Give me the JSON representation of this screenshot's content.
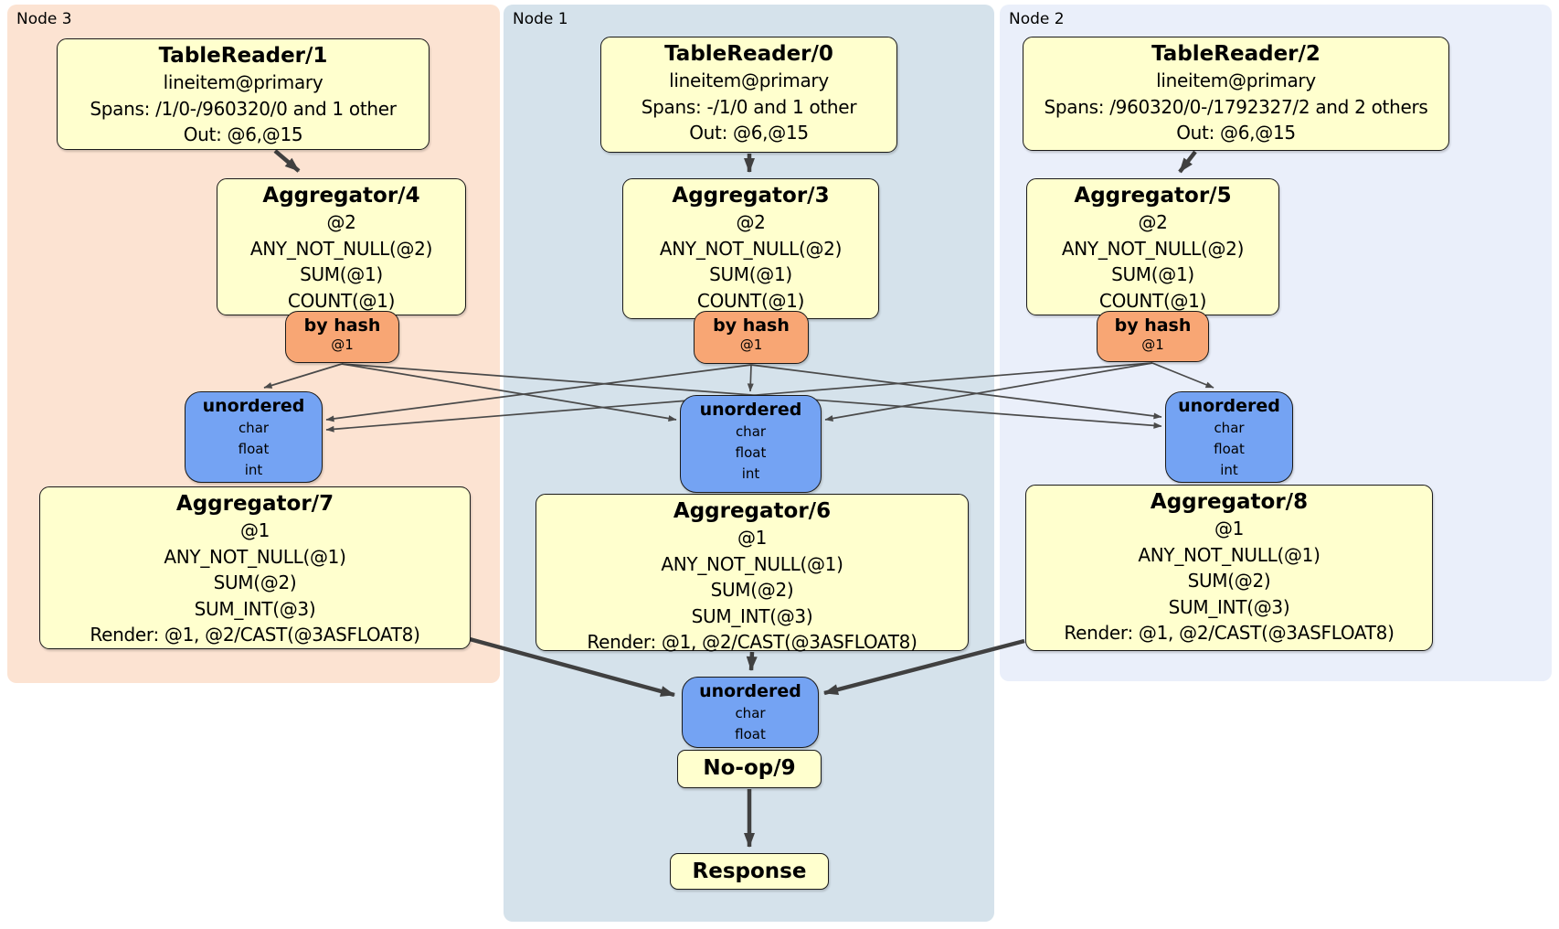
{
  "regions": [
    {
      "id": "node3",
      "label": "Node 3"
    },
    {
      "id": "node1",
      "label": "Node 1"
    },
    {
      "id": "node2",
      "label": "Node 2"
    }
  ],
  "operators": {
    "tr1": {
      "title": "TableReader/1",
      "lines": [
        "lineitem@primary",
        "Spans: /1/0-/960320/0 and 1 other",
        "Out: @6,@15"
      ]
    },
    "tr0": {
      "title": "TableReader/0",
      "lines": [
        "lineitem@primary",
        "Spans: -/1/0 and 1 other",
        "Out: @6,@15"
      ]
    },
    "tr2": {
      "title": "TableReader/2",
      "lines": [
        "lineitem@primary",
        "Spans: /960320/0-/1792327/2 and 2 others",
        "Out: @6,@15"
      ]
    },
    "agg4": {
      "title": "Aggregator/4",
      "lines": [
        "@2",
        "ANY_NOT_NULL(@2)",
        "SUM(@1)",
        "COUNT(@1)"
      ]
    },
    "agg3": {
      "title": "Aggregator/3",
      "lines": [
        "@2",
        "ANY_NOT_NULL(@2)",
        "SUM(@1)",
        "COUNT(@1)"
      ]
    },
    "agg5": {
      "title": "Aggregator/5",
      "lines": [
        "@2",
        "ANY_NOT_NULL(@2)",
        "SUM(@1)",
        "COUNT(@1)"
      ]
    },
    "hashL": {
      "title": "by hash",
      "sub": "@1"
    },
    "hashC": {
      "title": "by hash",
      "sub": "@1"
    },
    "hashR": {
      "title": "by hash",
      "sub": "@1"
    },
    "unL": {
      "title": "unordered",
      "items": [
        "char",
        "float",
        "int"
      ]
    },
    "unC": {
      "title": "unordered",
      "items": [
        "char",
        "float",
        "int"
      ]
    },
    "unR": {
      "title": "unordered",
      "items": [
        "char",
        "float",
        "int"
      ]
    },
    "agg7": {
      "title": "Aggregator/7",
      "lines": [
        "@1",
        "ANY_NOT_NULL(@1)",
        "SUM(@2)",
        "SUM_INT(@3)",
        "Render: @1, @2/CAST(@3ASFLOAT8)"
      ]
    },
    "agg6": {
      "title": "Aggregator/6",
      "lines": [
        "@1",
        "ANY_NOT_NULL(@1)",
        "SUM(@2)",
        "SUM_INT(@3)",
        "Render: @1, @2/CAST(@3ASFLOAT8)"
      ]
    },
    "agg8": {
      "title": "Aggregator/8",
      "lines": [
        "@1",
        "ANY_NOT_NULL(@1)",
        "SUM(@2)",
        "SUM_INT(@3)",
        "Render: @1, @2/CAST(@3ASFLOAT8)"
      ]
    },
    "unFinal": {
      "title": "unordered",
      "items": [
        "char",
        "float"
      ]
    },
    "noop": {
      "title": "No-op/9"
    },
    "response": {
      "title": "Response"
    }
  },
  "colors": {
    "region_node3_fill": "#fce3d2",
    "region_node1_fill": "#d5e2eb",
    "region_node2_fill": "#eaeffa",
    "operator_fill": "#ffffce",
    "hash_router_fill": "#f8a674",
    "sync_fill": "#74a3f3",
    "box_border": "#1a1a1a",
    "edge_stroke": "#404040"
  }
}
